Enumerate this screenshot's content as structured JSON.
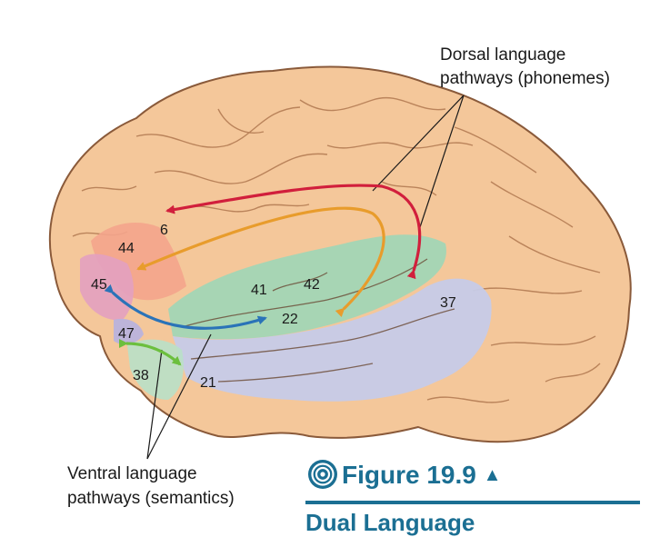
{
  "callouts": {
    "dorsal_line1": "Dorsal language",
    "dorsal_line2": "pathways (phonemes)",
    "ventral_line1": "Ventral language",
    "ventral_line2": "pathways (semantics)"
  },
  "areas": {
    "a6": "6",
    "a44": "44",
    "a45": "45",
    "a47": "47",
    "a38": "38",
    "a21": "21",
    "a41": "41",
    "a42": "42",
    "a22": "22",
    "a37": "37"
  },
  "figure": {
    "title": "Figure 19.9",
    "triangle": "▲",
    "subtitle": "Dual Language"
  },
  "colors": {
    "brain": "#f4c79a",
    "area_44": "#f4a48c",
    "area_45": "#e3a0c0",
    "area_47": "#b9b3dc",
    "temporal_green": "#9fd6b6",
    "temporal_blue": "#c6cbe8",
    "arrow_red": "#d11f3c",
    "arrow_orange": "#e89c2c",
    "arrow_blue": "#2a73b8",
    "arrow_green": "#6cbf3e",
    "accent": "#1b6f93"
  }
}
